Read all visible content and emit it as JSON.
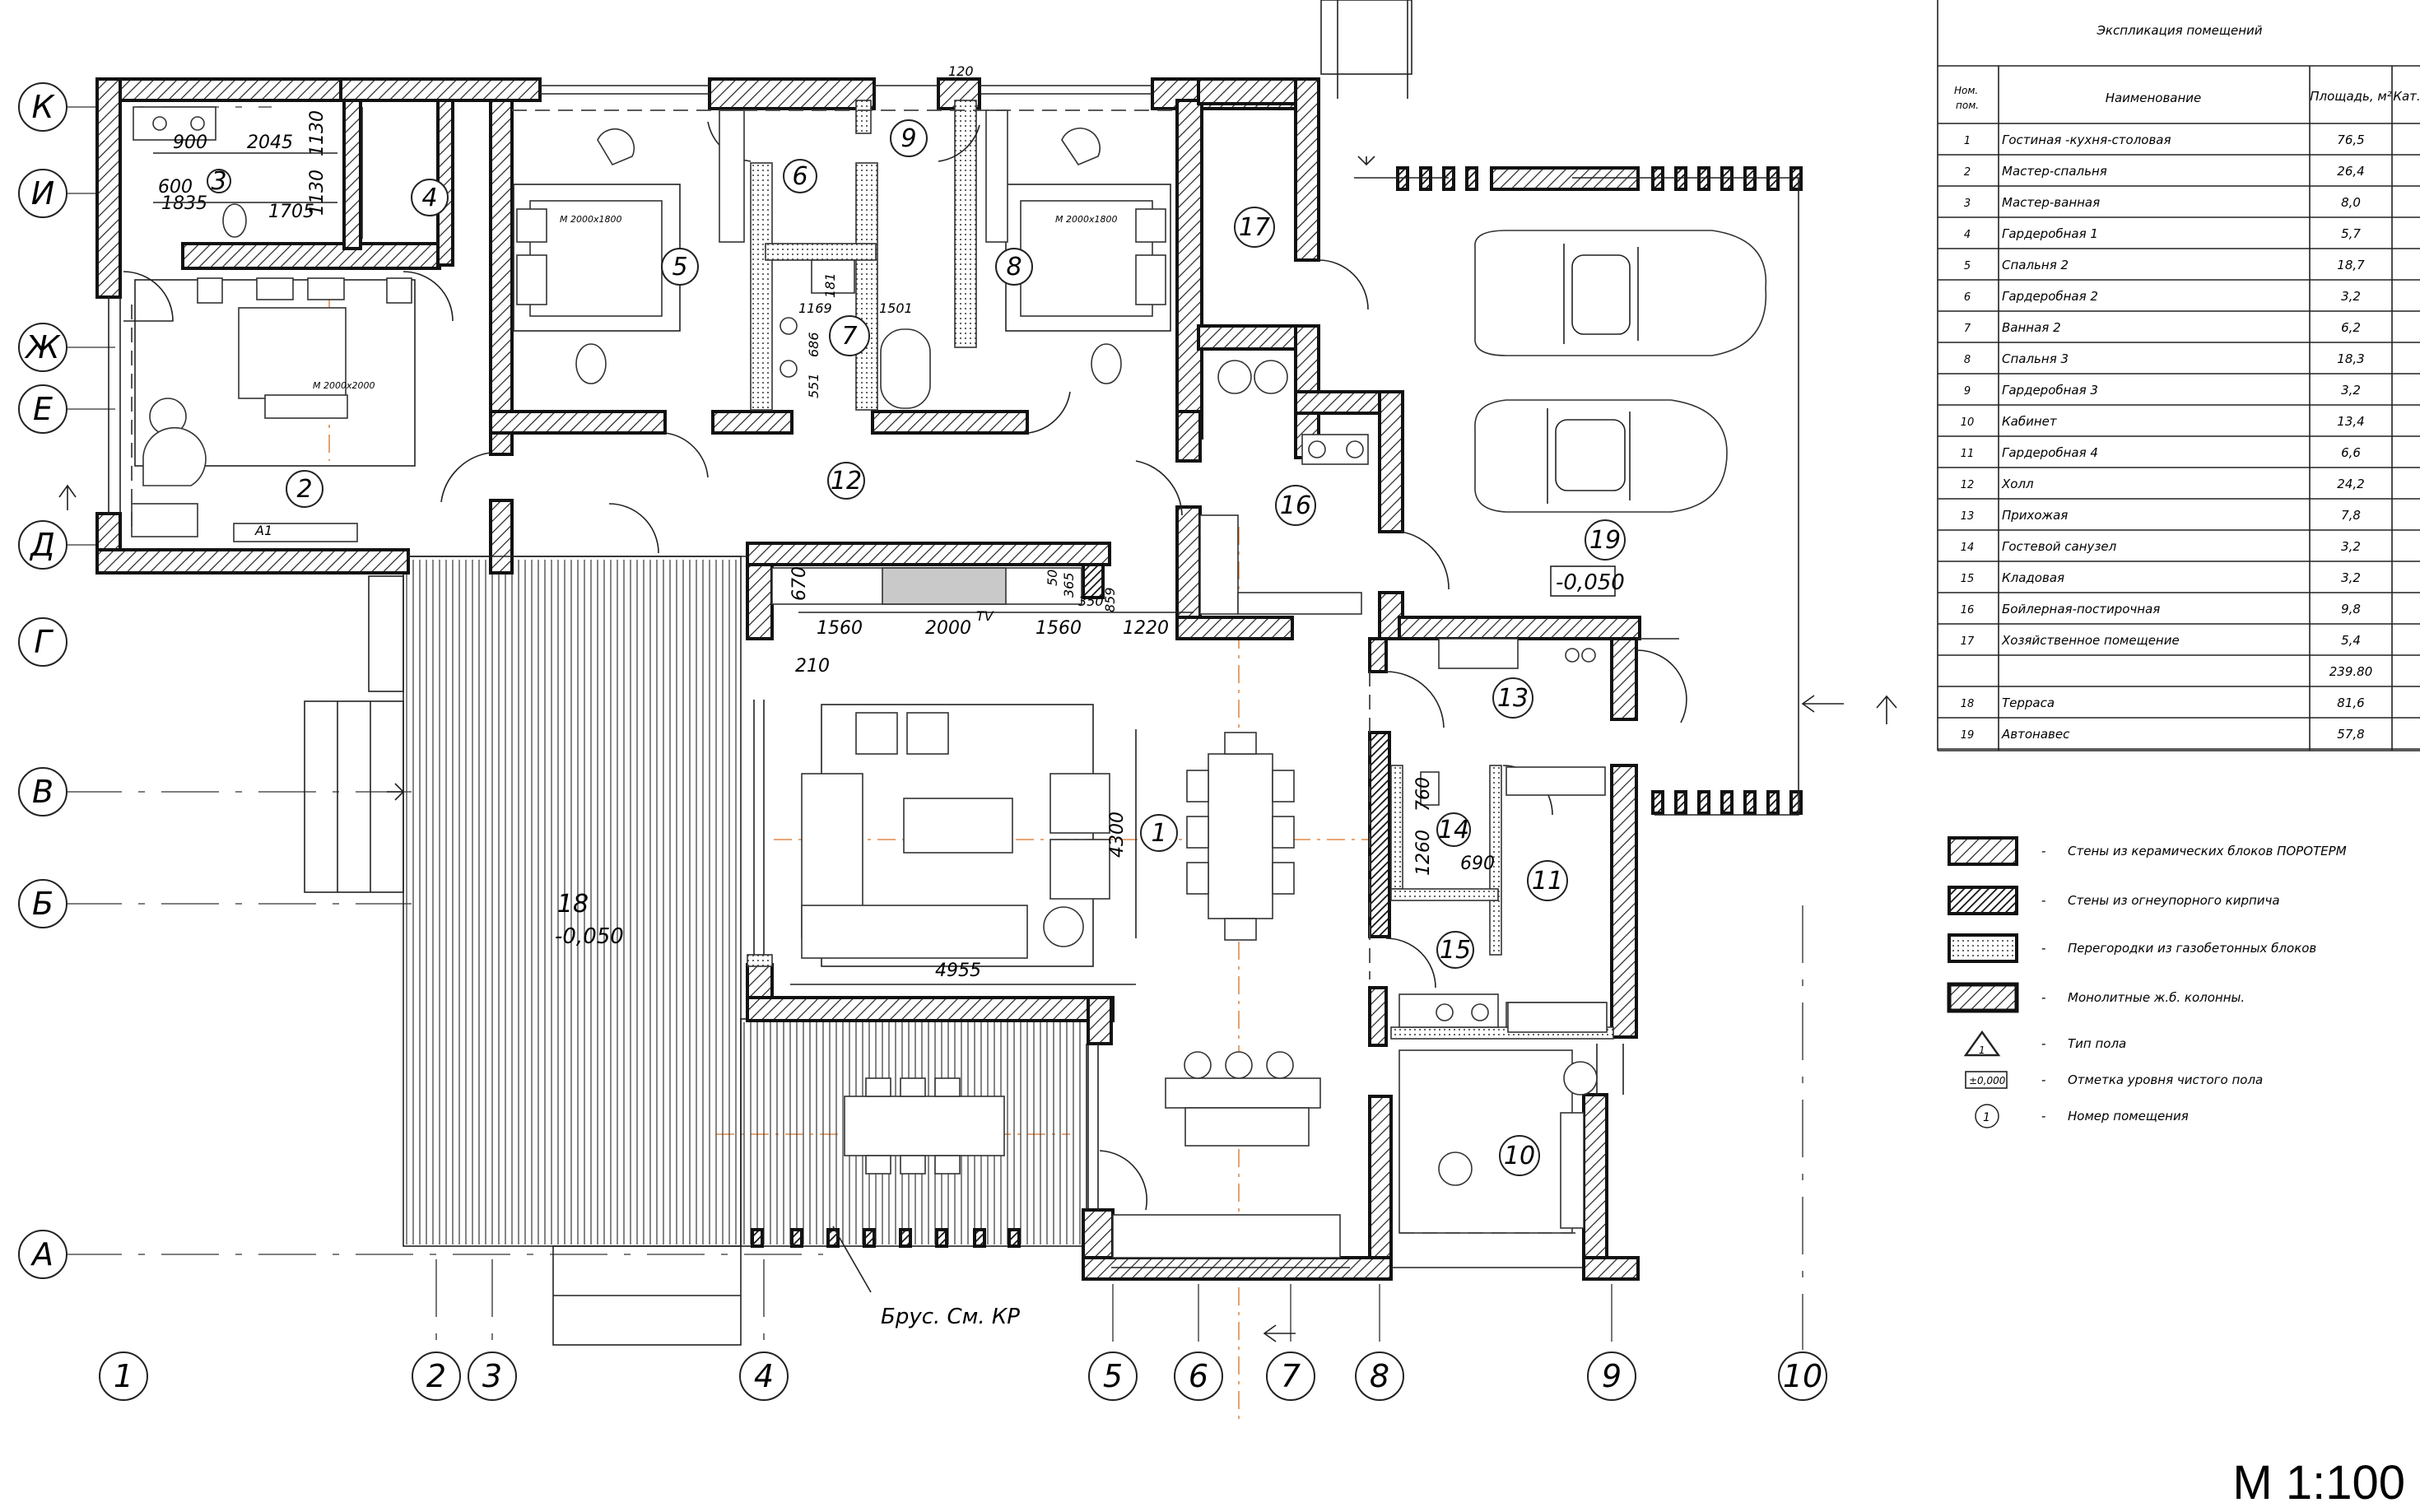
{
  "grid_letters": [
    "К",
    "И",
    "Ж",
    "Е",
    "Д",
    "Г",
    "В",
    "Б",
    "А"
  ],
  "grid_numbers": [
    "1",
    "2",
    "3",
    "4",
    "5",
    "6",
    "7",
    "8",
    "9",
    "10"
  ],
  "rooms": [
    {
      "no": "1",
      "name": "Гостиная -кухня-столовая",
      "area": "76,5"
    },
    {
      "no": "2",
      "name": "Мастер-спальня",
      "area": "26,4"
    },
    {
      "no": "3",
      "name": "Мастер-ванная",
      "area": "8,0"
    },
    {
      "no": "4",
      "name": "Гардеробная 1",
      "area": "5,7"
    },
    {
      "no": "5",
      "name": "Спальня 2",
      "area": "18,7"
    },
    {
      "no": "6",
      "name": "Гардеробная 2",
      "area": "3,2"
    },
    {
      "no": "7",
      "name": "Ванная 2",
      "area": "6,2"
    },
    {
      "no": "8",
      "name": "Спальня 3",
      "area": "18,3"
    },
    {
      "no": "9",
      "name": "Гардеробная 3",
      "area": "3,2"
    },
    {
      "no": "10",
      "name": "Кабинет",
      "area": "13,4"
    },
    {
      "no": "11",
      "name": "Гардеробная 4",
      "area": "6,6"
    },
    {
      "no": "12",
      "name": "Холл",
      "area": "24,2"
    },
    {
      "no": "13",
      "name": "Прихожая",
      "area": "7,8"
    },
    {
      "no": "14",
      "name": "Гостевой санузел",
      "area": "3,2"
    },
    {
      "no": "15",
      "name": "Кладовая",
      "area": "3,2"
    },
    {
      "no": "16",
      "name": "Бойлерная-постирочная",
      "area": "9,8"
    },
    {
      "no": "17",
      "name": "Хозяйственное помещение",
      "area": "5,4"
    },
    {
      "no": "",
      "name": "",
      "area": "239.80"
    },
    {
      "no": "18",
      "name": "Терраса",
      "area": "81,6"
    },
    {
      "no": "19",
      "name": "Автонавес",
      "area": "57,8"
    }
  ],
  "table": {
    "title": "Экспликация помещений",
    "col_no": "Ном. пом.",
    "col_name": "Наименование",
    "col_area": "Площадь, м²",
    "col_cat": "Кат."
  },
  "legend": [
    {
      "dash": "-",
      "text": "Стены из керамических блоков ПОРОТЕРМ"
    },
    {
      "dash": "-",
      "text": "Стены из огнеупорного кирпича"
    },
    {
      "dash": "-",
      "text": "Перегородки из газобетонных блоков"
    },
    {
      "dash": "-",
      "text": "Монолитные ж.б. колонны."
    },
    {
      "dash": "-",
      "text": "Тип пола"
    },
    {
      "dash": "-",
      "text": "Отметка уровня чистого пола"
    },
    {
      "dash": "-",
      "text": "Номер помещения"
    }
  ],
  "legend_marks": {
    "floor_level": "±0,000",
    "room_no": "1"
  },
  "level_terrace": "-0,050",
  "level_carport": "-0,050",
  "beam_note": "Брус. См. КР",
  "scale": "М 1:100",
  "bed_label_1": "M 2000x2000",
  "bed_label_2": "M 2000x1800",
  "bed_label_3": "M 2000x1800",
  "tv_label": "TV",
  "a1_label": "А1",
  "dims": {
    "d900": "900",
    "d2045": "2045",
    "d1130a": "1130",
    "d1130b": "1130",
    "d600": "600",
    "d1835": "1835",
    "d1705": "1705",
    "d120": "120",
    "d1169": "1169",
    "d1501": "1501",
    "d181": "181",
    "d686": "686",
    "d551": "551",
    "d670": "670",
    "d1560a": "1560",
    "d2000": "2000",
    "d1560b": "1560",
    "d1220": "1220",
    "d50": "50",
    "d365": "365",
    "d350": "350",
    "d859": "859",
    "d210": "210",
    "d4300": "4300",
    "d4955": "4955",
    "d760": "760",
    "d1260": "1260",
    "d690": "690"
  }
}
